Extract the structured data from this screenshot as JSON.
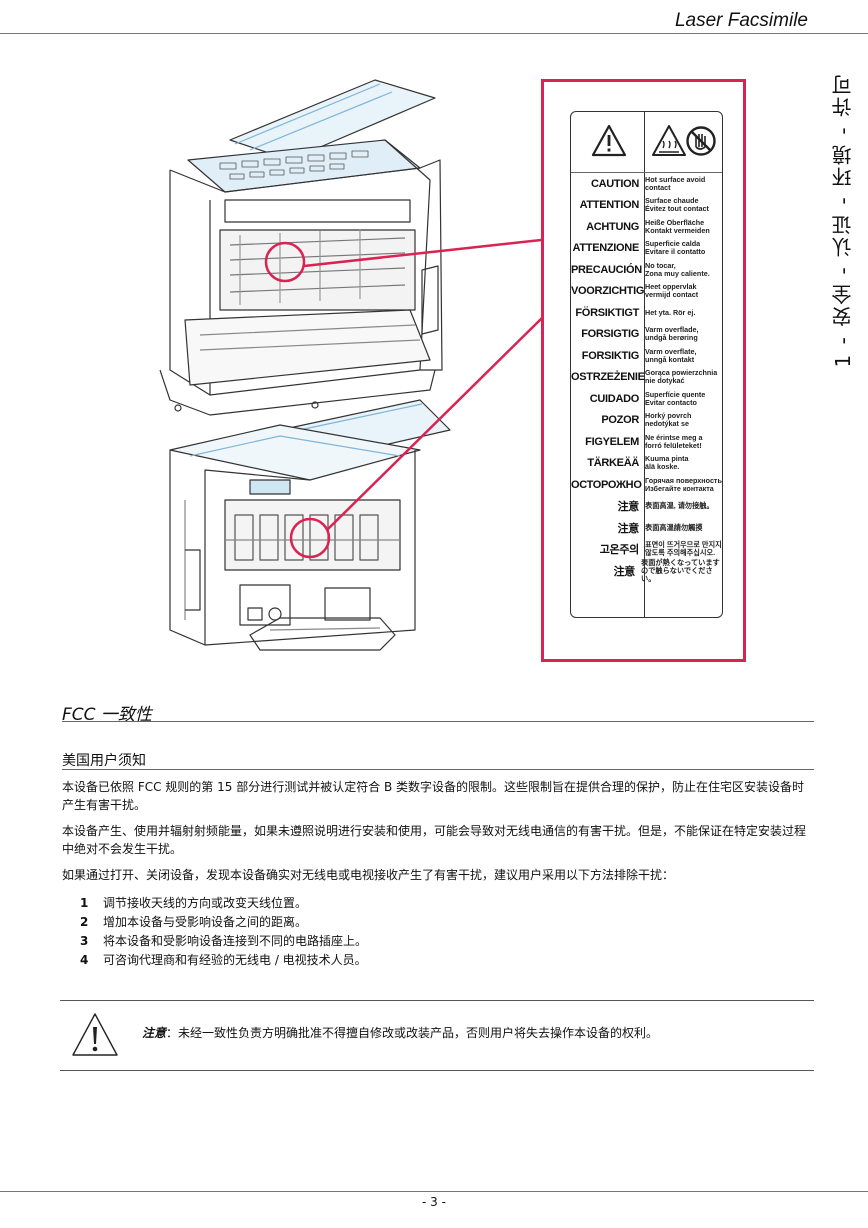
{
  "header": {
    "title": "Laser Facsimile"
  },
  "side_tab": {
    "label": "1 - 安全 - 认证 - 环境 - 许可"
  },
  "warning_label": {
    "rows": [
      {
        "word": "CAUTION",
        "desc": "Hot surface avoid\ncontact"
      },
      {
        "word": "ATTENTION",
        "desc": "Surface chaude\nÉvitez tout contact"
      },
      {
        "word": "ACHTUNG",
        "desc": "Heiße Oberfläche\nKontakt vermeiden"
      },
      {
        "word": "ATTENZIONE",
        "desc": "Superficie calda\nEvitare il contatto"
      },
      {
        "word": "PRECAUCIÓN",
        "desc": "No tocar,\nZona muy caliente."
      },
      {
        "word": "VOORZICHTIG",
        "desc": "Heet oppervlak\nvermijd contact"
      },
      {
        "word": "FÖRSIKTIGT",
        "desc": "Het yta. Rör ej."
      },
      {
        "word": "FORSIGTIG",
        "desc": "Varm overflade,\nundgå berøring"
      },
      {
        "word": "FORSIKTIG",
        "desc": "Varm overflate,\nunngå kontakt"
      },
      {
        "word": "OSTRZEŻENIE",
        "desc": "Gorąca powierzchnia\nnie dotykać"
      },
      {
        "word": "CUIDADO",
        "desc": "Superfície quente\nEvitar contacto"
      },
      {
        "word": "POZOR",
        "desc": "Horký povrch\nnedotýkat se"
      },
      {
        "word": "FIGYELEM",
        "desc": "Ne érintse meg a\nforró felületeket!"
      },
      {
        "word": "TÄRKEÄÄ",
        "desc": "Kuuma pinta\nälä koske."
      },
      {
        "word": "ОСТОРОЖНО",
        "desc": "Горячая поверхность\nИзбегайте контакта"
      },
      {
        "word": "注意",
        "desc": "表面高温, 请勿接触。"
      },
      {
        "word": "注意",
        "desc": "表面高溫請勿觸摸"
      },
      {
        "word": "고온주의",
        "desc": "표면이 뜨거우므로 만지지\n않도록 주의해주십시오."
      },
      {
        "word": "注意",
        "desc": "表面が熱くなっています\nので触らないでください。"
      }
    ]
  },
  "section": {
    "title": "FCC 一致性"
  },
  "subsection": {
    "title": "美国用户须知"
  },
  "paragraphs": [
    "本设备已依照 FCC 规则的第 15 部分进行测试并被认定符合 B 类数字设备的限制。这些限制旨在提供合理的保护，防止在住宅区安装设备时产生有害干扰。",
    "本设备产生、使用并辐射射频能量，如果未遵照说明进行安装和使用，可能会导致对无线电通信的有害干扰。但是，不能保证在特定安装过程中绝对不会发生干扰。",
    "如果通过打开、关闭设备，发现本设备确实对无线电或电视接收产生了有害干扰，建议用户采用以下方法排除干扰："
  ],
  "list": [
    {
      "num": "1",
      "text": "调节接收天线的方向或改变天线位置。"
    },
    {
      "num": "2",
      "text": "增加本设备与受影响设备之间的距离。"
    },
    {
      "num": "3",
      "text": "将本设备和受影响设备连接到不同的电路插座上。"
    },
    {
      "num": "4",
      "text": "可咨询代理商和有经验的无线电 / 电视技术人员。"
    }
  ],
  "note": {
    "lead": "注意",
    "text": "：未经一致性负责方明确批准不得擅自修改或改装产品，否则用户将失去操作本设备的权利。"
  },
  "footer": {
    "page": "- 3 -"
  },
  "colors": {
    "highlight": "#d92352",
    "rule": "#666666"
  }
}
